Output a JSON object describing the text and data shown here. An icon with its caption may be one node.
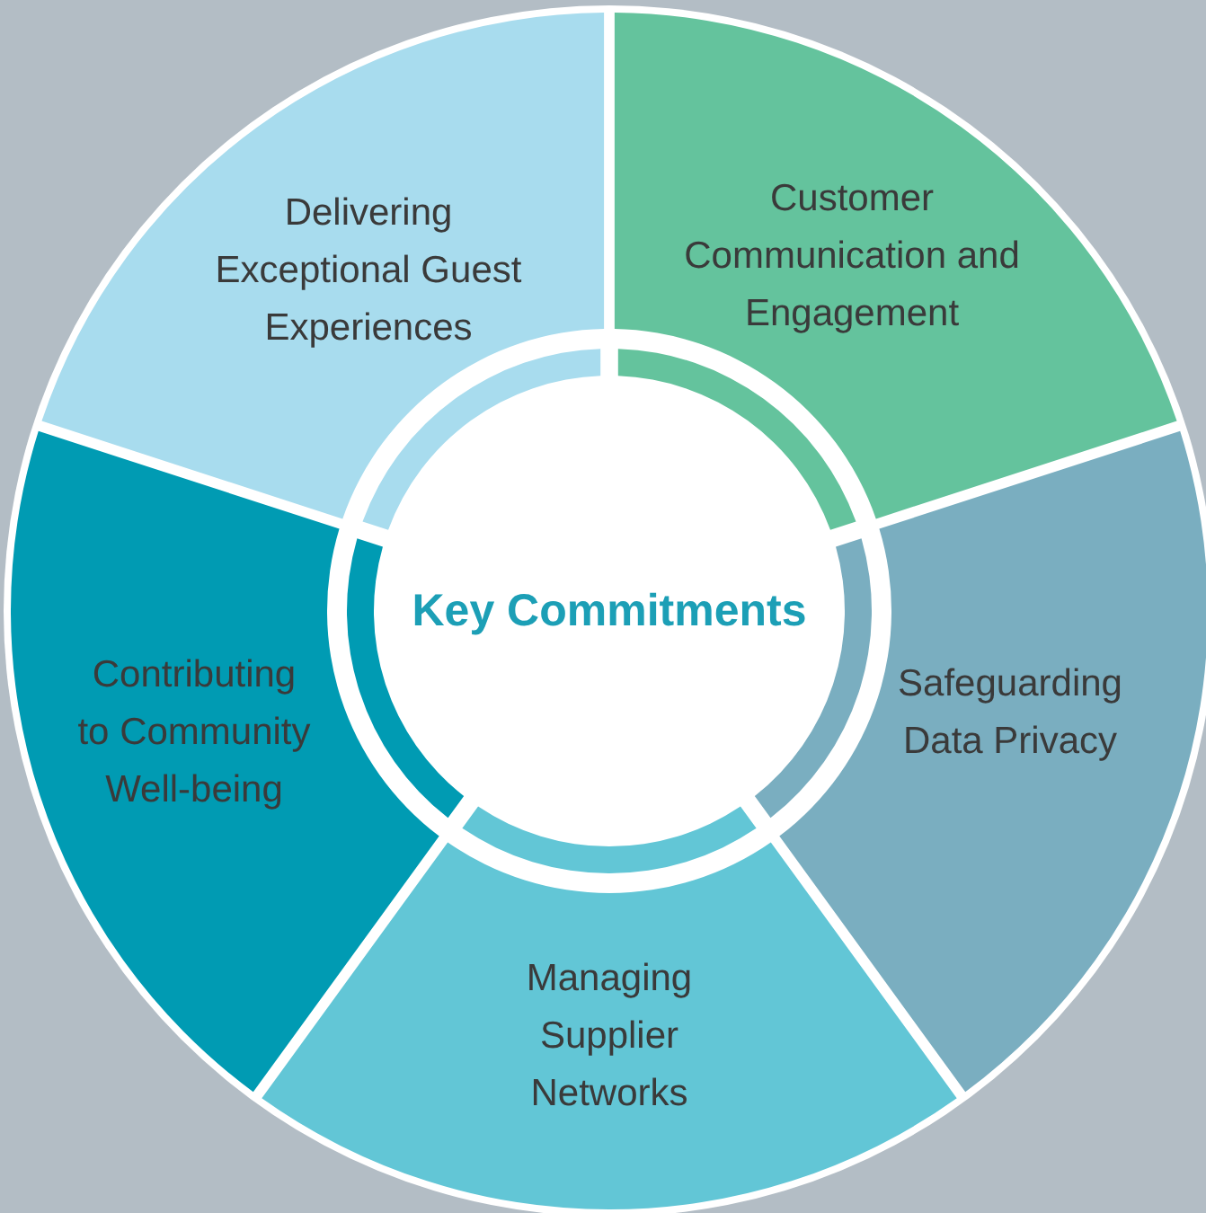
{
  "diagram": {
    "nodes": [
      {
        "text": [
          "Key Commitments"
        ]
      },
      {
        "text": [
          "Delivering Exceptional Guest Experiences"
        ]
      },
      {
        "text": [
          "Customer Communication and Engagement"
        ]
      },
      {
        "text": [
          "Safeguarding Data Privacy"
        ]
      },
      {
        "text": [
          "Managing Supplier Networks"
        ]
      },
      {
        "text": [
          "Contributing to Community Well-being"
        ]
      }
    ]
  }
}
